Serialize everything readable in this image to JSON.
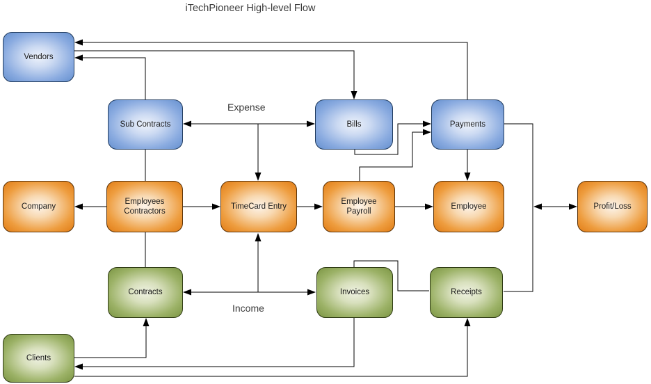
{
  "title": "iTechPioneer High-level Flow",
  "labels": {
    "expense": "Expense",
    "income": "Income"
  },
  "nodes": {
    "vendors": {
      "label": "Vendors",
      "color_group": "blue"
    },
    "sub_contracts": {
      "label": "Sub Contracts",
      "color_group": "blue"
    },
    "bills": {
      "label": "Bills",
      "color_group": "blue"
    },
    "payments": {
      "label": "Payments",
      "color_group": "blue"
    },
    "company": {
      "label": "Company",
      "color_group": "orange"
    },
    "employees_contractors": {
      "label": "Employees Contractors",
      "color_group": "orange"
    },
    "timecard_entry": {
      "label": "TimeCard Entry",
      "color_group": "orange"
    },
    "employee_payroll": {
      "label": "Employee Payroll",
      "color_group": "orange"
    },
    "employee": {
      "label": "Employee",
      "color_group": "orange"
    },
    "profit_loss": {
      "label": "Profit/Loss",
      "color_group": "orange"
    },
    "contracts": {
      "label": "Contracts",
      "color_group": "green"
    },
    "invoices": {
      "label": "Invoices",
      "color_group": "green"
    },
    "receipts": {
      "label": "Receipts",
      "color_group": "green"
    },
    "clients": {
      "label": "Clients",
      "color_group": "green"
    }
  },
  "edges": [
    {
      "from": "payments",
      "to": "vendors",
      "arrows": "to"
    },
    {
      "from": "vendors",
      "to": "bills",
      "arrows": "to"
    },
    {
      "from": "sub_contracts",
      "to": "vendors",
      "arrows": "to"
    },
    {
      "from": "sub_contracts",
      "to": "bills",
      "arrows": "both",
      "label": "Expense"
    },
    {
      "from": "expense_line",
      "to": "timecard_entry",
      "arrows": "to"
    },
    {
      "from": "sub_contracts",
      "to": "employees_contractors",
      "arrows": "none"
    },
    {
      "from": "employees_contractors",
      "to": "company",
      "arrows": "to"
    },
    {
      "from": "employees_contractors",
      "to": "timecard_entry",
      "arrows": "to"
    },
    {
      "from": "timecard_entry",
      "to": "employee_payroll",
      "arrows": "to"
    },
    {
      "from": "employee_payroll",
      "to": "employee",
      "arrows": "to"
    },
    {
      "from": "bills",
      "to": "payments",
      "arrows": "to"
    },
    {
      "from": "employee_payroll",
      "to": "payments",
      "arrows": "to"
    },
    {
      "from": "payments",
      "to": "employee",
      "arrows": "to"
    },
    {
      "from": "payments",
      "to": "receipts",
      "arrows": "none"
    },
    {
      "from": "payments_receipts_line",
      "to": "profit_loss",
      "arrows": "both"
    },
    {
      "from": "employees_contractors",
      "to": "contracts",
      "arrows": "none"
    },
    {
      "from": "contracts",
      "to": "invoices",
      "arrows": "both",
      "label": "Income"
    },
    {
      "from": "income_line",
      "to": "timecard_entry",
      "arrows": "to"
    },
    {
      "from": "invoices",
      "to": "receipts",
      "arrows": "none"
    },
    {
      "from": "invoices",
      "to": "clients",
      "arrows": "to"
    },
    {
      "from": "clients",
      "to": "contracts",
      "arrows": "to"
    },
    {
      "from": "clients",
      "to": "receipts",
      "arrows": "to"
    }
  ],
  "colors": {
    "blue_edge": "#6590cf",
    "blue_center": "#eef3fb",
    "orange_edge": "#e17c15",
    "orange_center": "#fdf4ea",
    "green_edge": "#7b9543",
    "green_center": "#eff2e2",
    "line": "#000000",
    "text": "#1a1a1a",
    "title_text": "#3a3a3a",
    "background": "#ffffff"
  }
}
